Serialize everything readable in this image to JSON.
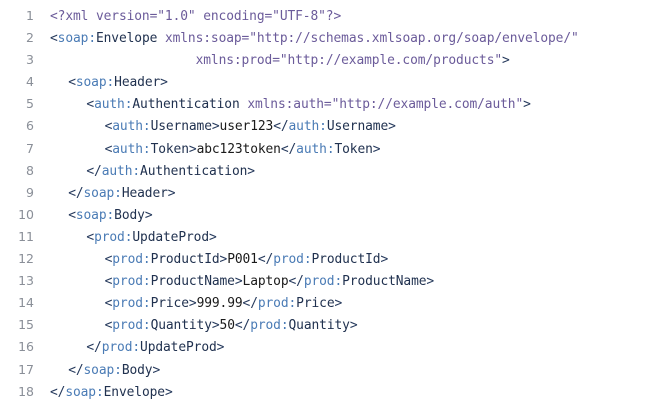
{
  "editor": {
    "name": "xml-code-viewer",
    "language": "XML (SOAP)",
    "background_color": "#ffffff",
    "line_number_color": "#8a8f98",
    "colors": {
      "declaration": "#6b5b9a",
      "punctuation": "#25395c",
      "namespace_prefix": "#4a7bb5",
      "element_name": "#20314f",
      "attribute": "#6b5b9a",
      "text_content": "#1a1a1a"
    },
    "total_lines": 18
  },
  "lines": [
    {
      "number": "1",
      "indent": 0,
      "plain": "<?xml version=\"1.0\" encoding=\"UTF-8\"?>",
      "tokens": [
        {
          "cls": "t-decl",
          "text": "<?xml version=\"1.0\" encoding=\"UTF-8\"?>"
        }
      ]
    },
    {
      "number": "2",
      "indent": 0,
      "plain": "<soap:Envelope xmlns:soap=\"http://schemas.xmlsoap.org/soap/envelope/\"",
      "tokens": [
        {
          "cls": "t-punct",
          "text": "<"
        },
        {
          "cls": "t-prefix",
          "text": "soap:"
        },
        {
          "cls": "t-name",
          "text": "Envelope"
        },
        {
          "cls": "t-text",
          "text": " "
        },
        {
          "cls": "t-attr",
          "text": "xmlns:soap=\"http://schemas.xmlsoap.org/soap/envelope/\""
        }
      ]
    },
    {
      "number": "3",
      "indent": 8,
      "plain": "xmlns:prod=\"http://example.com/products\">",
      "tokens": [
        {
          "cls": "t-attr",
          "text": "xmlns:prod=\"http://example.com/products\""
        },
        {
          "cls": "t-punct",
          "text": ">"
        }
      ]
    },
    {
      "number": "4",
      "indent": 1,
      "plain": "<soap:Header>",
      "tokens": [
        {
          "cls": "t-punct",
          "text": "<"
        },
        {
          "cls": "t-prefix",
          "text": "soap:"
        },
        {
          "cls": "t-name",
          "text": "Header"
        },
        {
          "cls": "t-punct",
          "text": ">"
        }
      ]
    },
    {
      "number": "5",
      "indent": 2,
      "plain": "<auth:Authentication xmlns:auth=\"http://example.com/auth\">",
      "tokens": [
        {
          "cls": "t-punct",
          "text": "<"
        },
        {
          "cls": "t-prefix",
          "text": "auth:"
        },
        {
          "cls": "t-name",
          "text": "Authentication"
        },
        {
          "cls": "t-text",
          "text": " "
        },
        {
          "cls": "t-attr",
          "text": "xmlns:auth=\"http://example.com/auth\""
        },
        {
          "cls": "t-punct",
          "text": ">"
        }
      ]
    },
    {
      "number": "6",
      "indent": 3,
      "plain": "<auth:Username>user123</auth:Username>",
      "tokens": [
        {
          "cls": "t-punct",
          "text": "<"
        },
        {
          "cls": "t-prefix",
          "text": "auth:"
        },
        {
          "cls": "t-name",
          "text": "Username"
        },
        {
          "cls": "t-punct",
          "text": ">"
        },
        {
          "cls": "t-text",
          "text": "user123"
        },
        {
          "cls": "t-punct",
          "text": "</"
        },
        {
          "cls": "t-prefix",
          "text": "auth:"
        },
        {
          "cls": "t-name",
          "text": "Username"
        },
        {
          "cls": "t-punct",
          "text": ">"
        }
      ]
    },
    {
      "number": "7",
      "indent": 3,
      "plain": "<auth:Token>abc123token</auth:Token>",
      "tokens": [
        {
          "cls": "t-punct",
          "text": "<"
        },
        {
          "cls": "t-prefix",
          "text": "auth:"
        },
        {
          "cls": "t-name",
          "text": "Token"
        },
        {
          "cls": "t-punct",
          "text": ">"
        },
        {
          "cls": "t-text",
          "text": "abc123token"
        },
        {
          "cls": "t-punct",
          "text": "</"
        },
        {
          "cls": "t-prefix",
          "text": "auth:"
        },
        {
          "cls": "t-name",
          "text": "Token"
        },
        {
          "cls": "t-punct",
          "text": ">"
        }
      ]
    },
    {
      "number": "8",
      "indent": 2,
      "plain": "</auth:Authentication>",
      "tokens": [
        {
          "cls": "t-punct",
          "text": "</"
        },
        {
          "cls": "t-prefix",
          "text": "auth:"
        },
        {
          "cls": "t-name",
          "text": "Authentication"
        },
        {
          "cls": "t-punct",
          "text": ">"
        }
      ]
    },
    {
      "number": "9",
      "indent": 1,
      "plain": "</soap:Header>",
      "tokens": [
        {
          "cls": "t-punct",
          "text": "</"
        },
        {
          "cls": "t-prefix",
          "text": "soap:"
        },
        {
          "cls": "t-name",
          "text": "Header"
        },
        {
          "cls": "t-punct",
          "text": ">"
        }
      ]
    },
    {
      "number": "10",
      "indent": 1,
      "plain": "<soap:Body>",
      "tokens": [
        {
          "cls": "t-punct",
          "text": "<"
        },
        {
          "cls": "t-prefix",
          "text": "soap:"
        },
        {
          "cls": "t-name",
          "text": "Body"
        },
        {
          "cls": "t-punct",
          "text": ">"
        }
      ]
    },
    {
      "number": "11",
      "indent": 2,
      "plain": "<prod:UpdateProd>",
      "tokens": [
        {
          "cls": "t-punct",
          "text": "<"
        },
        {
          "cls": "t-prefix",
          "text": "prod:"
        },
        {
          "cls": "t-name",
          "text": "UpdateProd"
        },
        {
          "cls": "t-punct",
          "text": ">"
        }
      ]
    },
    {
      "number": "12",
      "indent": 3,
      "plain": "<prod:ProductId>P001</prod:ProductId>",
      "tokens": [
        {
          "cls": "t-punct",
          "text": "<"
        },
        {
          "cls": "t-prefix",
          "text": "prod:"
        },
        {
          "cls": "t-name",
          "text": "ProductId"
        },
        {
          "cls": "t-punct",
          "text": ">"
        },
        {
          "cls": "t-text",
          "text": "P001"
        },
        {
          "cls": "t-punct",
          "text": "</"
        },
        {
          "cls": "t-prefix",
          "text": "prod:"
        },
        {
          "cls": "t-name",
          "text": "ProductId"
        },
        {
          "cls": "t-punct",
          "text": ">"
        }
      ]
    },
    {
      "number": "13",
      "indent": 3,
      "plain": "<prod:ProductName>Laptop</prod:ProductName>",
      "tokens": [
        {
          "cls": "t-punct",
          "text": "<"
        },
        {
          "cls": "t-prefix",
          "text": "prod:"
        },
        {
          "cls": "t-name",
          "text": "ProductName"
        },
        {
          "cls": "t-punct",
          "text": ">"
        },
        {
          "cls": "t-text",
          "text": "Laptop"
        },
        {
          "cls": "t-punct",
          "text": "</"
        },
        {
          "cls": "t-prefix",
          "text": "prod:"
        },
        {
          "cls": "t-name",
          "text": "ProductName"
        },
        {
          "cls": "t-punct",
          "text": ">"
        }
      ]
    },
    {
      "number": "14",
      "indent": 3,
      "plain": "<prod:Price>999.99</prod:Price>",
      "tokens": [
        {
          "cls": "t-punct",
          "text": "<"
        },
        {
          "cls": "t-prefix",
          "text": "prod:"
        },
        {
          "cls": "t-name",
          "text": "Price"
        },
        {
          "cls": "t-punct",
          "text": ">"
        },
        {
          "cls": "t-text",
          "text": "999.99"
        },
        {
          "cls": "t-punct",
          "text": "</"
        },
        {
          "cls": "t-prefix",
          "text": "prod:"
        },
        {
          "cls": "t-name",
          "text": "Price"
        },
        {
          "cls": "t-punct",
          "text": ">"
        }
      ]
    },
    {
      "number": "15",
      "indent": 3,
      "plain": "<prod:Quantity>50</prod:Quantity>",
      "tokens": [
        {
          "cls": "t-punct",
          "text": "<"
        },
        {
          "cls": "t-prefix",
          "text": "prod:"
        },
        {
          "cls": "t-name",
          "text": "Quantity"
        },
        {
          "cls": "t-punct",
          "text": ">"
        },
        {
          "cls": "t-text",
          "text": "50"
        },
        {
          "cls": "t-punct",
          "text": "</"
        },
        {
          "cls": "t-prefix",
          "text": "prod:"
        },
        {
          "cls": "t-name",
          "text": "Quantity"
        },
        {
          "cls": "t-punct",
          "text": ">"
        }
      ]
    },
    {
      "number": "16",
      "indent": 2,
      "plain": "</prod:UpdateProd>",
      "tokens": [
        {
          "cls": "t-punct",
          "text": "</"
        },
        {
          "cls": "t-prefix",
          "text": "prod:"
        },
        {
          "cls": "t-name",
          "text": "UpdateProd"
        },
        {
          "cls": "t-punct",
          "text": ">"
        }
      ]
    },
    {
      "number": "17",
      "indent": 1,
      "plain": "</soap:Body>",
      "tokens": [
        {
          "cls": "t-punct",
          "text": "</"
        },
        {
          "cls": "t-prefix",
          "text": "soap:"
        },
        {
          "cls": "t-name",
          "text": "Body"
        },
        {
          "cls": "t-punct",
          "text": ">"
        }
      ]
    },
    {
      "number": "18",
      "indent": 0,
      "plain": "</soap:Envelope>",
      "tokens": [
        {
          "cls": "t-punct",
          "text": "</"
        },
        {
          "cls": "t-prefix",
          "text": "soap:"
        },
        {
          "cls": "t-name",
          "text": "Envelope"
        },
        {
          "cls": "t-punct",
          "text": ">"
        }
      ]
    }
  ]
}
